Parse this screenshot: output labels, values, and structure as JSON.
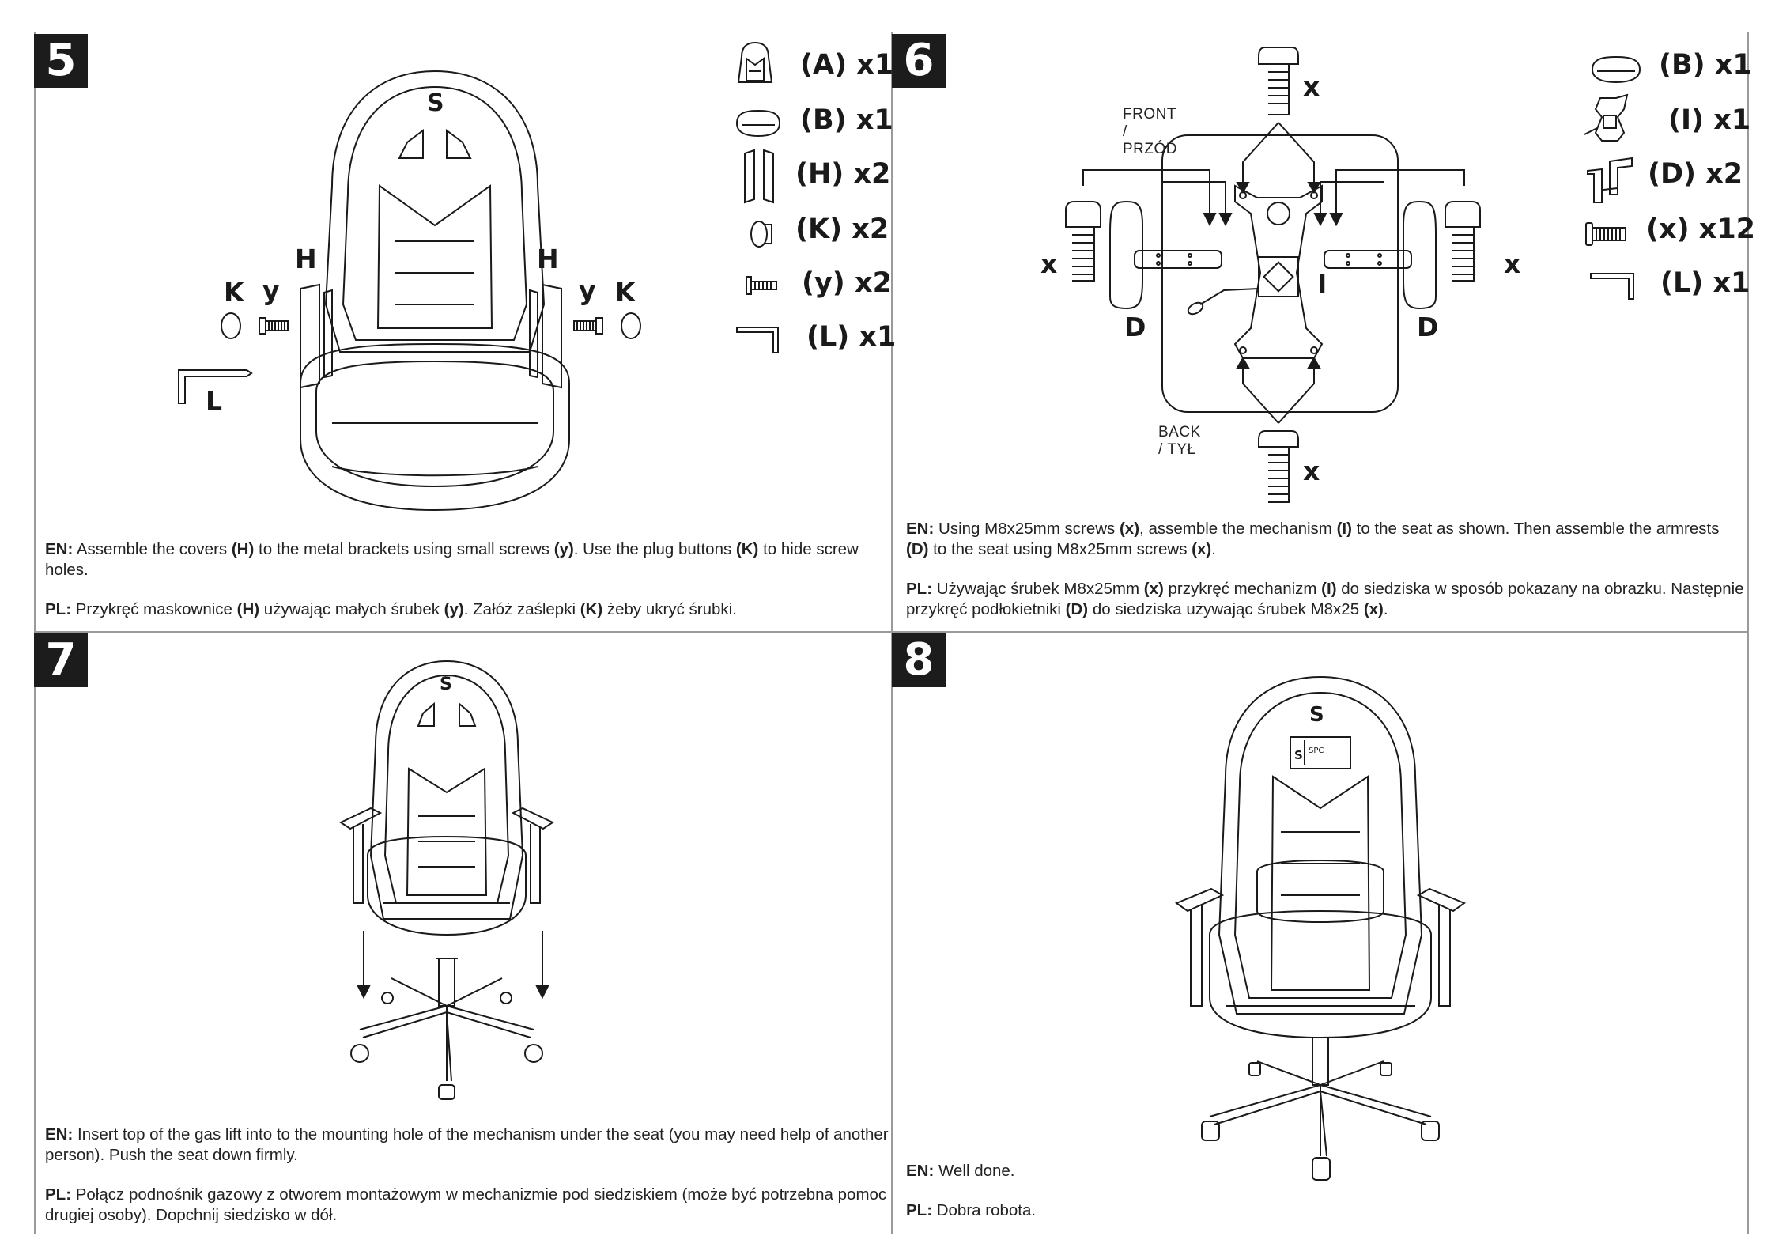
{
  "steps": [
    {
      "number": "5",
      "labels": {
        "K": "K",
        "y": "y",
        "H": "H",
        "L": "L"
      },
      "parts": [
        {
          "code": "(A) x1",
          "icon": "backrest-icon"
        },
        {
          "code": "(B) x1",
          "icon": "seat-icon"
        },
        {
          "code": "(H) x2",
          "icon": "covers-icon"
        },
        {
          "code": "(K) x2",
          "icon": "plug-icon"
        },
        {
          "code": "(y) x2",
          "icon": "small-screw-icon"
        },
        {
          "code": "(L) x1",
          "icon": "allen-key-icon"
        }
      ],
      "en": {
        "lead": "EN:",
        "t1": " Assemble the covers ",
        "b1": "(H)",
        "t2": " to the metal brackets using small screws ",
        "b2": "(y)",
        "t3": ". Use the plug buttons ",
        "b3": "(K)",
        "t4": " to hide screw holes."
      },
      "pl": {
        "lead": "PL:",
        "t1": " Przykręć maskownice ",
        "b1": "(H)",
        "t2": " używając małych śrubek ",
        "b2": "(y)",
        "t3": ". Załóż zaślepki ",
        "b3": "(K)",
        "t4": " żeby ukryć śrubki."
      }
    },
    {
      "number": "6",
      "labels": {
        "front": "FRONT / PRZÓD",
        "back": "BACK / TYŁ",
        "x": "x",
        "D": "D",
        "I": "I"
      },
      "parts": [
        {
          "code": "(B) x1",
          "icon": "seat-icon"
        },
        {
          "code": "(I) x1",
          "icon": "mechanism-icon"
        },
        {
          "code": "(D) x2",
          "icon": "armrest-icon"
        },
        {
          "code": "(x) x12",
          "icon": "screw-icon"
        },
        {
          "code": "(L) x1",
          "icon": "allen-key-icon"
        }
      ],
      "en": {
        "lead": "EN:",
        "t1": " Using M8x25mm screws ",
        "b1": "(x)",
        "t2": ", assemble the mechanism ",
        "b2": "(I)",
        "t3": " to the seat as shown. Then assemble the armrests ",
        "b3": "(D)",
        "t4": " to the seat using M8x25mm screws ",
        "b4": "(x)",
        "t5": "."
      },
      "pl": {
        "lead": "PL:",
        "t1": " Używając śrubek M8x25mm ",
        "b1": "(x)",
        "t2": " przykręć mechanizm ",
        "b2": "(I)",
        "t3": " do siedziska w sposób pokazany na obrazku. Następnie przykręć podłokietniki ",
        "b3": "(D)",
        "t4": " do siedziska używając śrubek M8x25 ",
        "b4": "(x)",
        "t5": "."
      }
    },
    {
      "number": "7",
      "en": {
        "lead": "EN:",
        "t1": " Insert top of the gas lift into to the mounting hole of the mechanism under the seat (you may need help of another person). Push the seat down firmly."
      },
      "pl": {
        "lead": "PL:",
        "t1": " Połącz podnośnik gazowy z otworem montażowym w mechanizmie pod siedziskiem (może być potrzebna pomoc drugiej osoby). Dopchnij siedzisko w dół."
      }
    },
    {
      "number": "8",
      "en": {
        "lead": "EN:",
        "t1": " Well done."
      },
      "pl": {
        "lead": "PL:",
        "t1": " Dobra robota."
      }
    }
  ]
}
